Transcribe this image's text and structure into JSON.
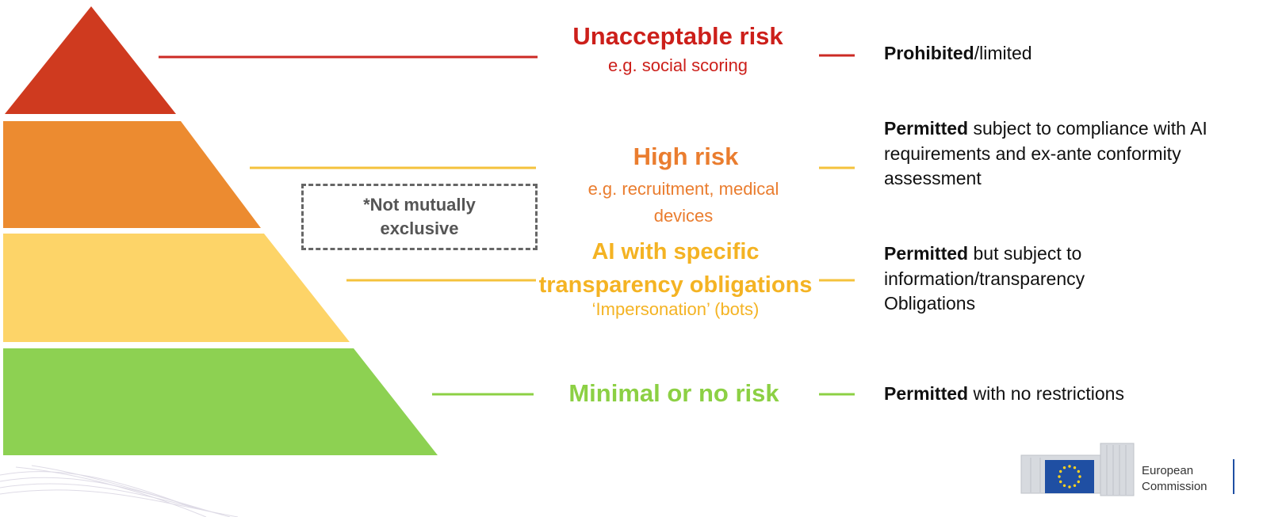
{
  "tiers": [
    {
      "name": "Unacceptable risk",
      "example": "e.g. social scoring",
      "color": "#cc1f1a",
      "fill": "#cf3a1f",
      "line_color": "#cc2a24",
      "treatment_bold": "Prohibited",
      "treatment_rest": "/limited"
    },
    {
      "name": "High risk",
      "example": "e.g. recruitment, medical devices",
      "color": "#ea7d2f",
      "fill": "#ec8b30",
      "line_color": "#f4c23c",
      "treatment_bold": "Permitted",
      "treatment_rest": " subject to compliance with AI requirements and ex-ante conformity assessment"
    },
    {
      "name": "AI with specific transparency obligations",
      "example": "‘Impersonation’ (bots)",
      "color": "#f4b323",
      "fill": "#fdd468",
      "line_color": "#f4c23c",
      "treatment_bold": "Permitted",
      "treatment_rest": " but subject to information/transparency Obligations"
    },
    {
      "name": "Minimal or no risk",
      "example": "",
      "color": "#8cd044",
      "fill": "#8dd152",
      "line_color": "#8cd044",
      "treatment_bold": "Permitted",
      "treatment_rest": " with no restrictions"
    }
  ],
  "note": "*Not mutually exclusive",
  "logo": {
    "line1": "European",
    "line2": "Commission",
    "flag_color": "#1f4fa3",
    "star_color": "#ffd320"
  }
}
